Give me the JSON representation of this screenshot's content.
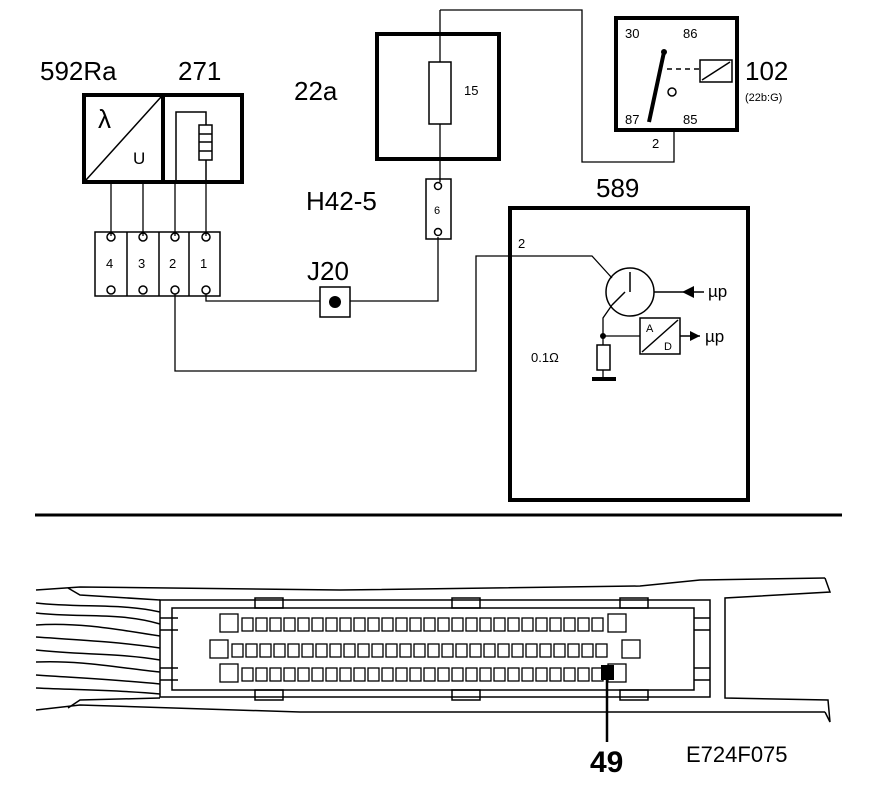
{
  "labels": {
    "sensor_id": "592Ra",
    "sensor_sub": "271",
    "lambda_symbol": "λ",
    "u_symbol": "U",
    "fuse_block": "22a",
    "fuse_number": "15",
    "connector": "H42-5",
    "connector_pin": "6",
    "junction": "J20",
    "relay_id": "102",
    "relay_sub": "(22b:G)",
    "relay_pin_30": "30",
    "relay_pin_86": "86",
    "relay_pin_87": "87",
    "relay_pin_85": "85",
    "relay_wire_2": "2",
    "ecu_id": "589",
    "ecu_pin_2": "2",
    "resistor": "0.1Ω",
    "up_1": "µp",
    "up_2": "µp",
    "ad_a": "A",
    "ad_d": "D",
    "sensor_pins": [
      "4",
      "3",
      "2",
      "1"
    ],
    "ecu_pin_callout": "49",
    "figure_code": "E724F075"
  }
}
